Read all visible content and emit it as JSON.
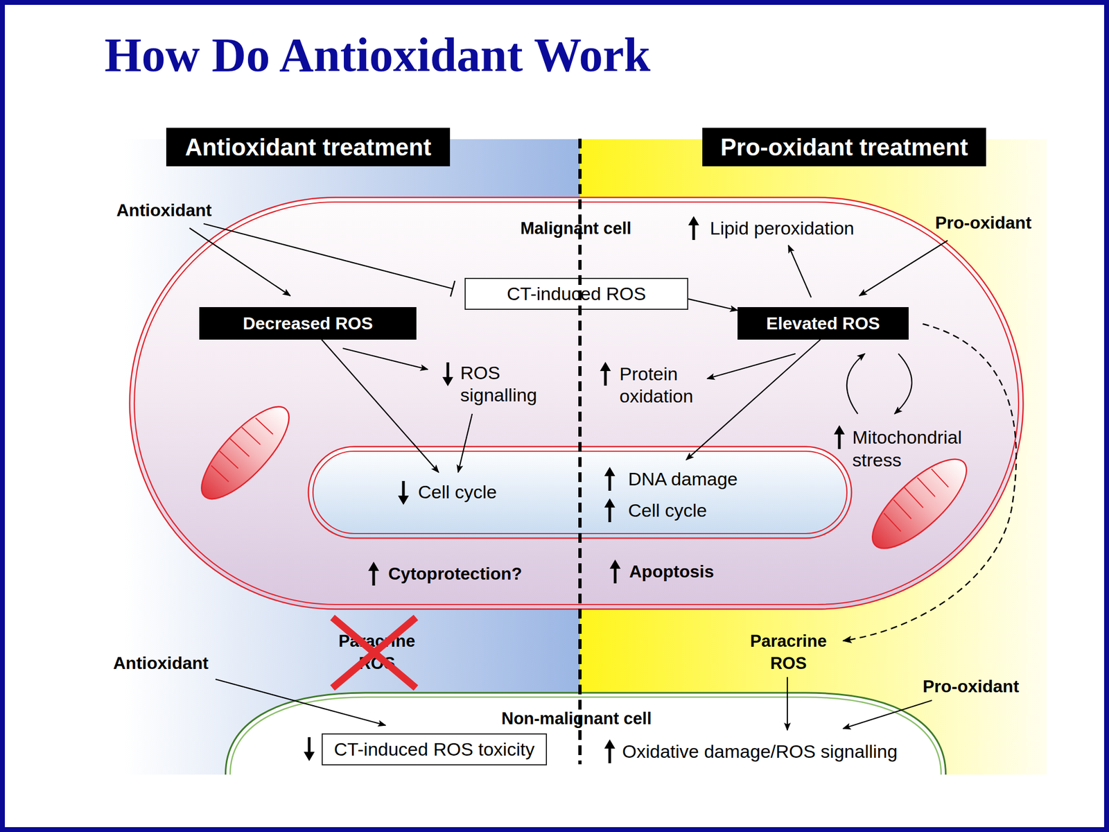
{
  "diagram": {
    "title": "How Do Antioxidant Work",
    "nodes": [
      {
        "text": [
          "Antioxidant treatment"
        ]
      },
      {
        "text": [
          "Pro-oxidant treatment"
        ]
      },
      {
        "text": [
          "Malignant cell",
          "Lipid peroxidation",
          "ROS signalling",
          "Protein oxidation",
          "Mitochondrial stress",
          "Cytoprotection?",
          "Apoptosis"
        ]
      },
      {
        "text": [
          "CT-induced ROS"
        ],
        "in": 2
      },
      {
        "text": [
          "Decreased ROS"
        ],
        "in": 2
      },
      {
        "text": [
          "Elevated ROS"
        ],
        "in": 2
      },
      {
        "text": [
          "Cell cycle",
          "DNA damage",
          "Cell cycle"
        ],
        "in": 2
      },
      {
        "text": [
          "Non-malignant cell",
          "Oxidative damage/ROS signalling"
        ]
      },
      {
        "text": [
          "CT-induced ROS toxicity"
        ],
        "in": 7
      }
    ],
    "edges": [
      {
        "from": 3,
        "to": 5,
        "arrow": "to"
      },
      {
        "from": 4,
        "to": 6,
        "arrow": "to"
      },
      {
        "from": 5,
        "to": 6,
        "arrow": "to"
      }
    ],
    "labels": [
      "Antioxidant",
      "Pro-oxidant",
      "Paracrine ROS",
      "Paracrine ROS",
      "Antioxidant",
      "Pro-oxidant"
    ]
  }
}
